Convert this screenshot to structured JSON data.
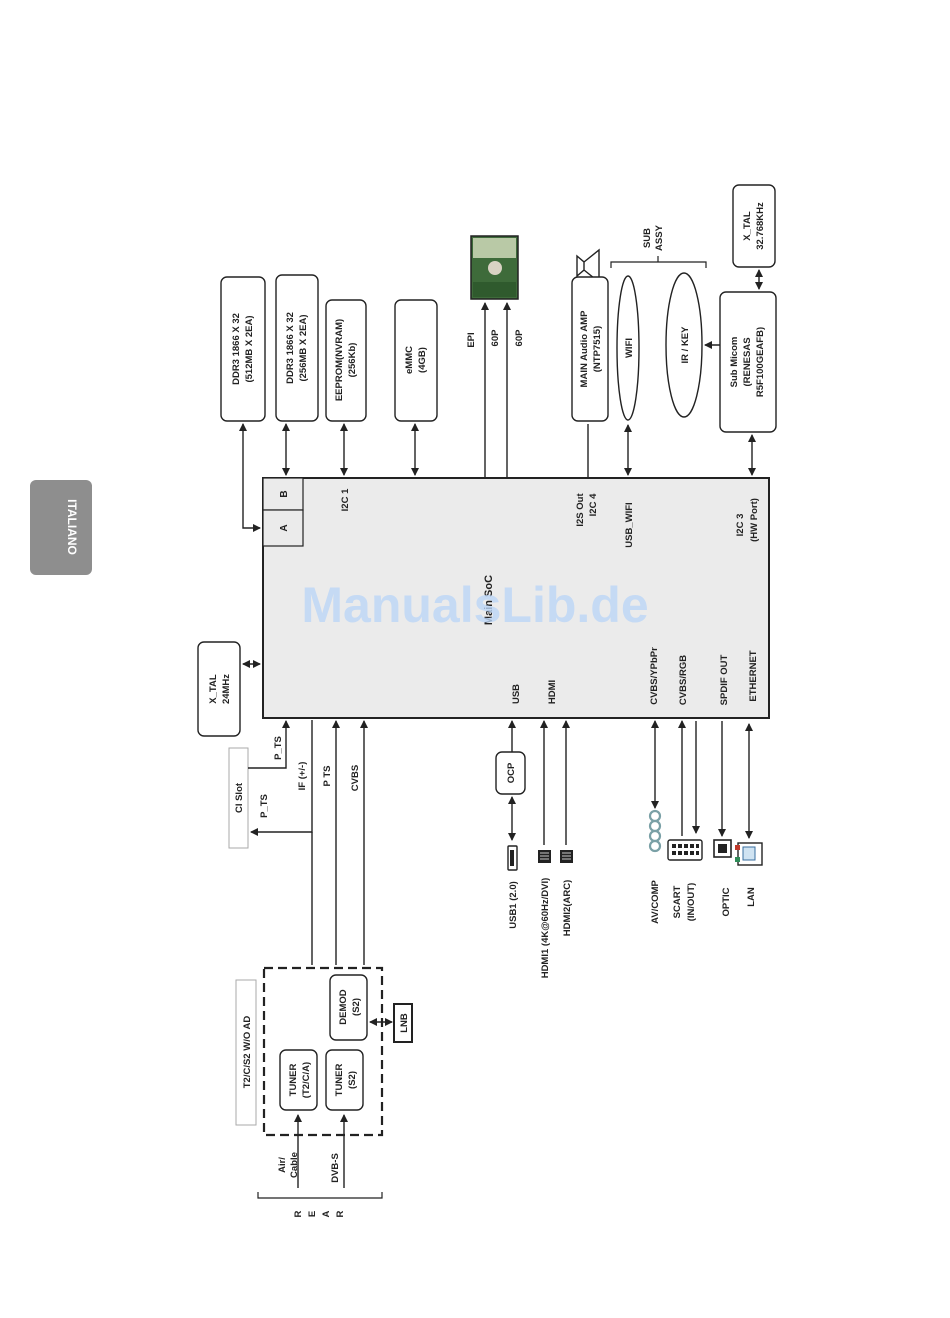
{
  "side_tab": {
    "label": "ITALIANO"
  },
  "watermark": "ManualsLib.de",
  "soc": {
    "label": "Main SoC",
    "port_a": "A",
    "port_b": "B"
  },
  "memory": [
    {
      "line1": "DDR3  1866 X 32",
      "line2": "(512MB X 2EA)"
    },
    {
      "line1": "DDR3  1866 X 32",
      "line2": "(256MB X 2EA)"
    },
    {
      "line1": "EEPROM(NVRAM)",
      "line2": "(256Kb)"
    },
    {
      "line1": "eMMC",
      "line2": "(4GB)"
    }
  ],
  "top_labels": {
    "i2c1": "I2C 1",
    "epi": "EPI",
    "p60a": "60P",
    "p60b": "60P",
    "i2s_out": "I2S Out",
    "i2c4": "I2C 4",
    "usb_wifi": "USB_WIFI",
    "i2c3": "I2C 3",
    "hw_port": "(HW Port)"
  },
  "audio_amp": {
    "line1": "MAIN Audio AMP",
    "line2": "(NTP7515)"
  },
  "sub_assy": {
    "line1": "SUB",
    "line2": "ASSY"
  },
  "wifi": "WIFI",
  "ir_key": "IR / KEY",
  "sub_micom": {
    "line1": "Sub Micom",
    "line2": "(RENESAS",
    "line3": "R5F100GEAFB)"
  },
  "xtal_32k": {
    "line1": "X_TAL",
    "line2": "32.768KHz"
  },
  "xtal_24m": {
    "line1": "X_TAL",
    "line2": "24MHz"
  },
  "ci_slot": "CI Slot",
  "left_signals": {
    "p_ts_ci_in": "P_TS",
    "p_ts_ci_out": "P_TS",
    "if": "IF (+/-)",
    "p_ts": "P TS",
    "cvbs": "CVBS"
  },
  "soc_bottom": {
    "usb": "USB",
    "hdmi": "HDMI",
    "cvbs_ypbpr": "CVBS/YPbPr",
    "cvbs_rgb": "CVBS/RGB",
    "spdif": "SPDIF OUT",
    "ethernet": "ETHERNET"
  },
  "ocp": "OCP",
  "connectors": {
    "usb1": "USB1 (2.0)",
    "hdmi1": "HDMI1 (4K@60Hz/DVI)",
    "hdmi2": "HDMI2(ARC)",
    "av_comp": "AV/COMP",
    "scart1": "SCART",
    "scart2": "(IN/OUT)",
    "optic": "OPTIC",
    "lan": "LAN"
  },
  "tuner_block": {
    "title": "T2/C/S2 W/O AD"
  },
  "tuner1": {
    "line1": "TUNER",
    "line2": "(T2/C/A)"
  },
  "tuner2": {
    "line1": "TUNER",
    "line2": "(S2)"
  },
  "demod": {
    "line1": "DEMOD",
    "line2": "(S2)"
  },
  "lnb": "LNB",
  "inputs": {
    "air1": "Air/",
    "air2": "Cable",
    "dvbs": "DVB-S"
  },
  "rear": [
    "R",
    "E",
    "A",
    "R"
  ]
}
